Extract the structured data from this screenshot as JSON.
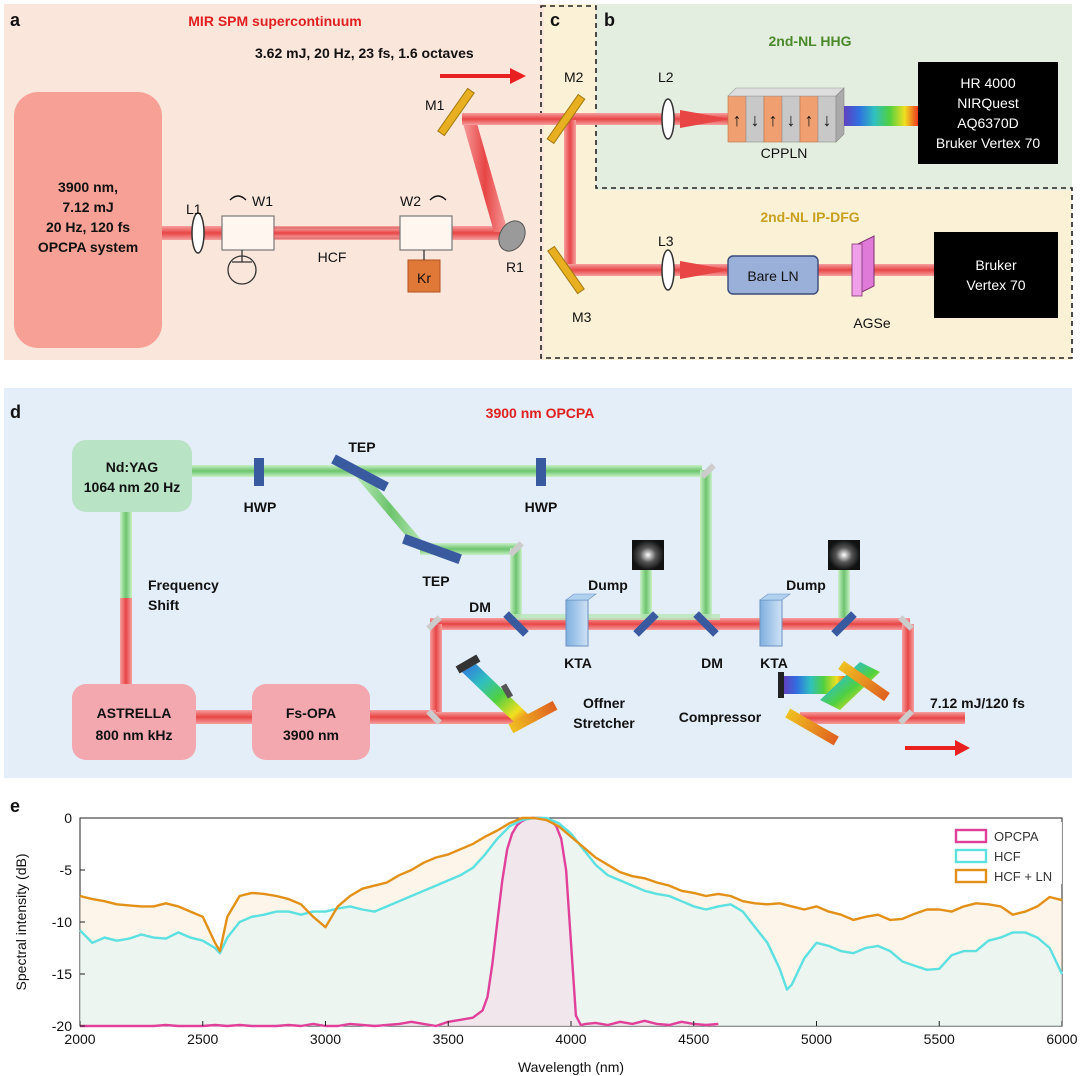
{
  "panel_a": {
    "letter": "a",
    "title": "MIR SPM supercontinuum",
    "output_spec": "3.62 mJ, 20 Hz, 23 fs, 1.6 octaves",
    "source_lines": [
      "3900 nm,",
      "7.12 mJ",
      "20 Hz, 120 fs",
      "OPCPA system"
    ],
    "L1": "L1",
    "W1": "W1",
    "W2": "W2",
    "HCF": "HCF",
    "Kr": "Kr",
    "R1": "R1",
    "M1": "M1"
  },
  "panel_b": {
    "letter": "b",
    "title": "2nd-NL HHG",
    "L2": "L2",
    "M2": "M2",
    "crystal": "CPPLN",
    "spectrometers": [
      "HR 4000",
      "NIRQuest",
      "AQ6370D",
      "Bruker Vertex 70"
    ]
  },
  "panel_c": {
    "letter": "c",
    "title": "2nd-NL IP-DFG",
    "L3": "L3",
    "M3": "M3",
    "crystal": "Bare LN",
    "agse": "AGSe",
    "spectrometer": [
      "Bruker",
      "Vertex 70"
    ]
  },
  "panel_d": {
    "letter": "d",
    "title": "3900 nm OPCPA",
    "ndyag": [
      "Nd:YAG",
      "1064 nm 20 Hz"
    ],
    "astrella": [
      "ASTRELLA",
      "800 nm kHz"
    ],
    "fsopa": [
      "Fs-OPA",
      "3900 nm"
    ],
    "freq_shift": [
      "Frequency",
      "Shift"
    ],
    "hwp1": "HWP",
    "hwp2": "HWP",
    "tep1": "TEP",
    "tep2": "TEP",
    "dm1": "DM",
    "dm2": "DM",
    "kta1": "KTA",
    "kta2": "KTA",
    "dump1": "Dump",
    "dump2": "Dump",
    "offner": [
      "Offner",
      "Stretcher"
    ],
    "compressor": "Compressor",
    "output": "7.12 mJ/120 fs"
  },
  "panel_e": {
    "letter": "e"
  },
  "colors": {
    "beam_red": "#e84545",
    "beam_green": "#7ccf7c",
    "panel_a_bg": "#fbe6dc",
    "panel_b_bg": "#e4eee0",
    "panel_c_bg": "#fbf1d6",
    "panel_d_bg": "#e3eef8",
    "title_red": "#e02020",
    "title_green": "#4a8a2a",
    "title_gold": "#c8a020"
  },
  "chart_data": {
    "type": "line",
    "xlabel": "Wavelength (nm)",
    "ylabel": "Spectral intensity (dB)",
    "xlim": [
      2000,
      6000
    ],
    "ylim": [
      -20,
      0
    ],
    "xticks": [
      2000,
      2500,
      3000,
      3500,
      4000,
      4500,
      5000,
      5500,
      6000
    ],
    "yticks": [
      0,
      -5,
      -10,
      -15,
      -20
    ],
    "legend_position": "top-right",
    "series": [
      {
        "name": "OPCPA",
        "color": "#e0409a",
        "x": [
          2000,
          2050,
          2100,
          2150,
          2200,
          2250,
          2300,
          2350,
          2400,
          2450,
          2500,
          2550,
          2600,
          2650,
          2700,
          2750,
          2800,
          2850,
          2900,
          2950,
          3000,
          3050,
          3100,
          3150,
          3200,
          3250,
          3300,
          3350,
          3400,
          3450,
          3500,
          3550,
          3600,
          3640,
          3660,
          3680,
          3700,
          3720,
          3740,
          3760,
          3780,
          3800,
          3820,
          3840,
          3860,
          3880,
          3900,
          3920,
          3940,
          3960,
          3980,
          4000,
          4020,
          4040,
          4060,
          4100,
          4150,
          4200,
          4250,
          4300,
          4350,
          4400,
          4450,
          4500,
          4550,
          4600
        ],
        "y": [
          -20,
          -20,
          -20,
          -20,
          -20,
          -20,
          -20,
          -19.9,
          -20,
          -20,
          -20,
          -19.9,
          -20,
          -19.9,
          -20,
          -20,
          -20,
          -19.9,
          -20,
          -19.8,
          -20,
          -20,
          -19.8,
          -19.9,
          -20,
          -19.9,
          -19.8,
          -19.6,
          -19.8,
          -20,
          -19.6,
          -19.4,
          -19.2,
          -18.5,
          -17.2,
          -14,
          -10,
          -6,
          -3,
          -1.5,
          -0.7,
          -0.3,
          -0.1,
          0,
          0,
          0,
          -0.1,
          -0.3,
          -0.8,
          -2,
          -5,
          -12,
          -19,
          -19.9,
          -19.8,
          -19.7,
          -19.9,
          -19.6,
          -19.8,
          -19.5,
          -19.8,
          -19.9,
          -19.6,
          -19.8,
          -19.9,
          -19.8
        ]
      },
      {
        "name": "HCF",
        "color": "#5ce0e0",
        "x": [
          2000,
          2050,
          2100,
          2150,
          2200,
          2250,
          2300,
          2350,
          2400,
          2450,
          2500,
          2550,
          2570,
          2600,
          2650,
          2700,
          2750,
          2800,
          2850,
          2900,
          2950,
          3000,
          3050,
          3100,
          3150,
          3200,
          3250,
          3300,
          3350,
          3400,
          3450,
          3500,
          3550,
          3600,
          3650,
          3700,
          3750,
          3800,
          3850,
          3900,
          3950,
          4000,
          4050,
          4100,
          4150,
          4200,
          4250,
          4300,
          4350,
          4400,
          4450,
          4500,
          4550,
          4600,
          4650,
          4700,
          4750,
          4800,
          4850,
          4880,
          4900,
          4950,
          5000,
          5050,
          5100,
          5150,
          5200,
          5250,
          5300,
          5350,
          5400,
          5450,
          5500,
          5550,
          5600,
          5650,
          5700,
          5750,
          5800,
          5850,
          5900,
          5950,
          6000
        ],
        "y": [
          -10.8,
          -12,
          -11.5,
          -11.8,
          -11.6,
          -11.2,
          -11.5,
          -11.6,
          -11,
          -11.5,
          -11.8,
          -12.5,
          -13,
          -11.5,
          -10,
          -9.5,
          -9.3,
          -9,
          -9,
          -9.3,
          -9,
          -9,
          -8.7,
          -8.5,
          -8.8,
          -9,
          -8.5,
          -8,
          -7.5,
          -7,
          -6.5,
          -6,
          -5.5,
          -4.8,
          -3.5,
          -2,
          -0.8,
          -0.2,
          0,
          0,
          -0.5,
          -1.5,
          -3,
          -4.5,
          -5.5,
          -6,
          -6.5,
          -7,
          -7.3,
          -7.5,
          -8,
          -8.5,
          -8.8,
          -8.5,
          -8.3,
          -9,
          -10.5,
          -12,
          -14.5,
          -16.5,
          -16,
          -13.5,
          -12,
          -12.3,
          -12.8,
          -13,
          -12.5,
          -12.3,
          -12.8,
          -13.8,
          -14.2,
          -14.6,
          -14.5,
          -13.2,
          -12.8,
          -12.8,
          -11.8,
          -11.5,
          -11,
          -11,
          -11.5,
          -12.5,
          -15
        ]
      },
      {
        "name": "HCF + LN",
        "color": "#e39018",
        "x": [
          2000,
          2050,
          2100,
          2150,
          2200,
          2250,
          2300,
          2350,
          2400,
          2450,
          2500,
          2550,
          2570,
          2600,
          2650,
          2700,
          2750,
          2800,
          2850,
          2900,
          2950,
          3000,
          3050,
          3100,
          3150,
          3200,
          3250,
          3300,
          3350,
          3400,
          3450,
          3500,
          3550,
          3600,
          3650,
          3700,
          3750,
          3800,
          3850,
          3900,
          3950,
          4000,
          4050,
          4100,
          4150,
          4200,
          4250,
          4300,
          4350,
          4400,
          4450,
          4500,
          4550,
          4600,
          4650,
          4700,
          4750,
          4800,
          4850,
          4900,
          4950,
          5000,
          5050,
          5100,
          5150,
          5200,
          5250,
          5300,
          5350,
          5400,
          5450,
          5500,
          5550,
          5600,
          5650,
          5700,
          5750,
          5800,
          5850,
          5900,
          5950,
          6000
        ],
        "y": [
          -7.5,
          -7.8,
          -8,
          -8.3,
          -8.4,
          -8.5,
          -8.5,
          -8.2,
          -8.5,
          -9,
          -9.5,
          -12,
          -12.8,
          -9.5,
          -7.5,
          -7.2,
          -7.3,
          -7.5,
          -7.8,
          -8.3,
          -9.5,
          -10.5,
          -8.5,
          -7.5,
          -6.8,
          -6.5,
          -6.2,
          -5.5,
          -5,
          -4.3,
          -3.8,
          -3.5,
          -3,
          -2.5,
          -1.8,
          -1.2,
          -0.5,
          0,
          0,
          -0.2,
          -0.8,
          -1.8,
          -2.8,
          -3.8,
          -4.5,
          -5.2,
          -5.6,
          -5.8,
          -6.2,
          -6.5,
          -7,
          -7.2,
          -7.5,
          -7.3,
          -7.5,
          -8,
          -8.2,
          -8.3,
          -8.2,
          -8.5,
          -8.8,
          -8.5,
          -9,
          -9.3,
          -9.8,
          -9.5,
          -9.3,
          -9.8,
          -9.7,
          -9.2,
          -8.8,
          -8.8,
          -9,
          -8.5,
          -8.2,
          -8.3,
          -8.5,
          -9.3,
          -9,
          -8.5,
          -7.6,
          -7.9
        ]
      }
    ]
  }
}
